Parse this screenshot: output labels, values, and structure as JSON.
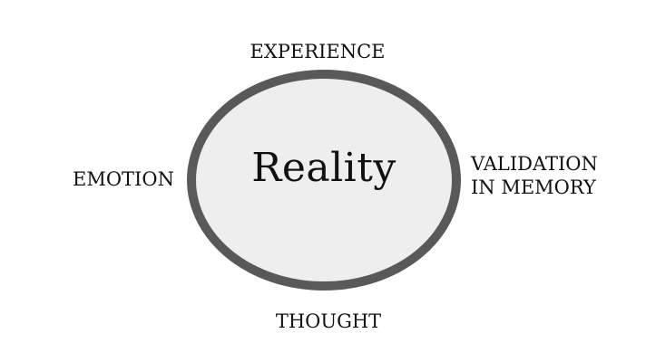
{
  "diagram": {
    "center": "Reality",
    "labels": {
      "top": "EXPERIENCE",
      "left": "EMOTION",
      "right_line1": "VALIDATION",
      "right_line2": "IN MEMORY",
      "bottom": "THOUGHT"
    }
  },
  "colors": {
    "ring_stroke": "#595959",
    "ring_fill": "#eeeeee",
    "text": "#111111",
    "background": "#ffffff"
  }
}
